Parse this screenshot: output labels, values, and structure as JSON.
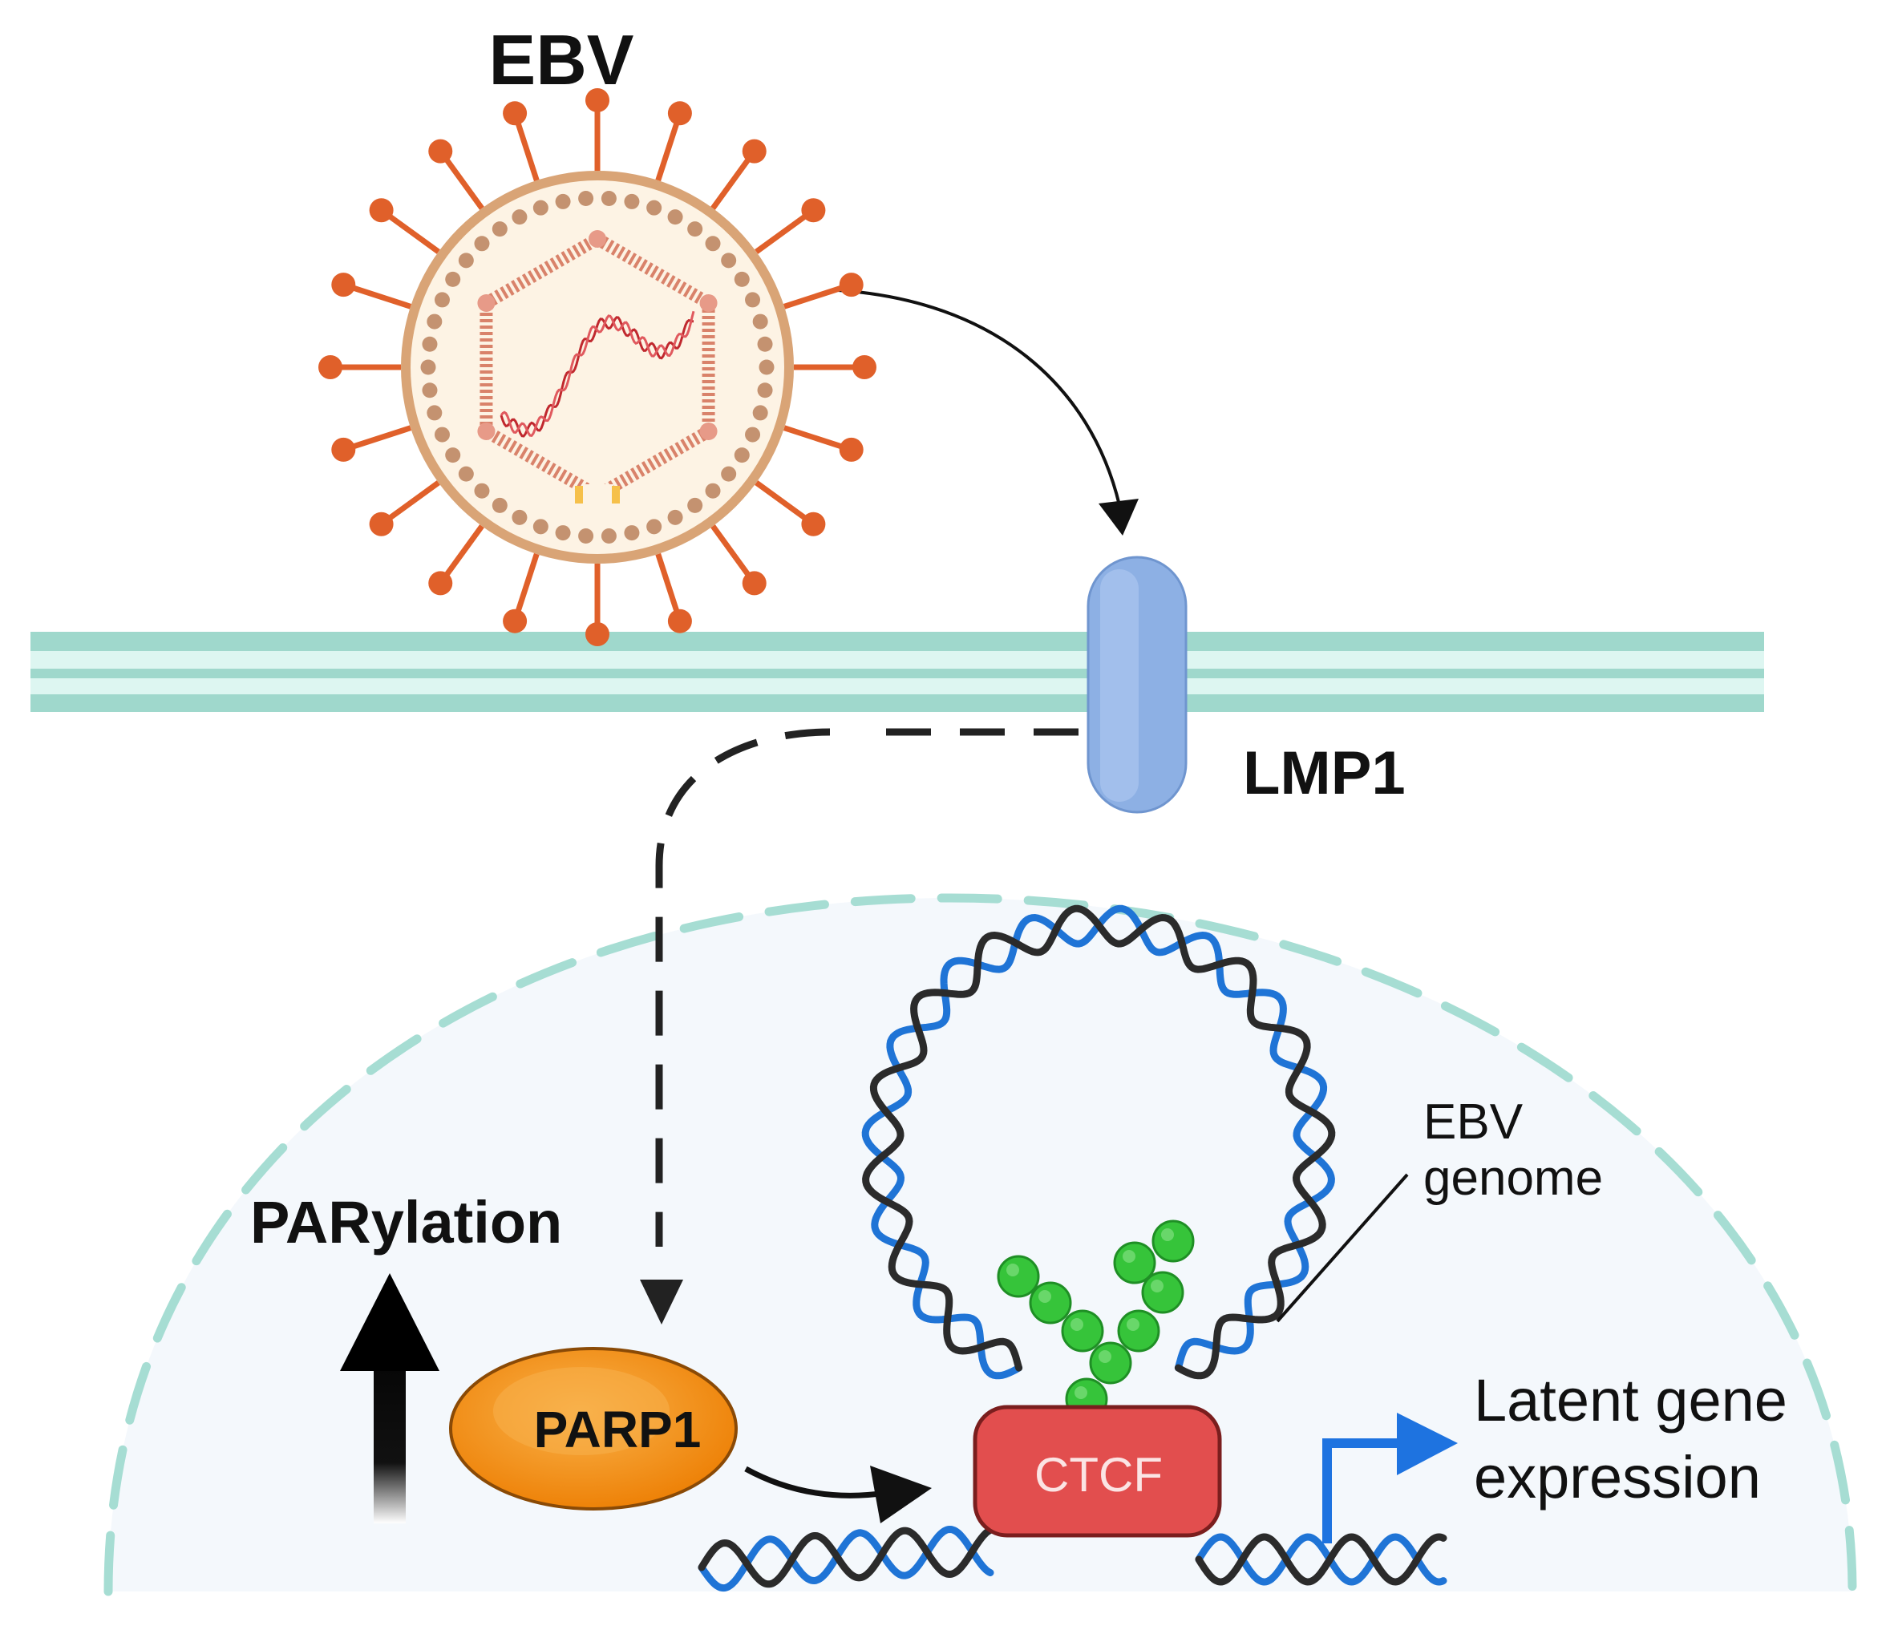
{
  "labels": {
    "ebv": "EBV",
    "lmp1": "LMP1",
    "parylation": "PARylation",
    "parp1": "PARP1",
    "ctcf": "CTCF",
    "genome_line1": "EBV",
    "genome_line2": "genome",
    "latent_line1": "Latent gene",
    "latent_line2": "expression"
  },
  "colors": {
    "spike": "#E0602A",
    "envelope": "#D9A476",
    "tegument": "#C49270",
    "capsid": "#D9826A",
    "virus_interior": "#FDF3E4",
    "viral_dna": "#C0282E",
    "membrane_outer": "#9FD8CC",
    "membrane_inner": "#DDF6F1",
    "lmp1": "#8DB0E4",
    "nucleus_fill": "#F4F8FC",
    "nucleus_border": "#A6DDD3",
    "parp1": "#F28C10",
    "ctcf": "#E24E4E",
    "dna_blue": "#1F74D6",
    "dna_black": "#2B2B2B",
    "par_green": "#36C43A",
    "arrow_blue": "#1E73E0"
  },
  "icons": [
    "virus-icon",
    "receptor-icon",
    "up-arrow-icon",
    "transcription-arrow-icon"
  ]
}
